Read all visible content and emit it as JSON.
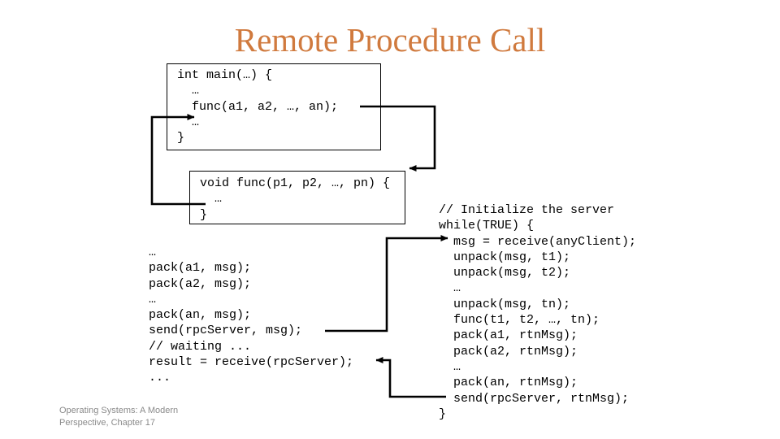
{
  "slide": {
    "title": "Remote Procedure Call",
    "title_color": "#d07a3e",
    "text_color": "#000000",
    "footer_color": "#8a8a8a",
    "arrow_color": "#000000",
    "footer": {
      "line1": "Operating Systems: A Modern",
      "line2": "Perspective, Chapter 17"
    }
  },
  "code": {
    "main_box": {
      "lines": [
        "int main(…) {",
        "  …",
        "  func(a1, a2, …, an);",
        "  …",
        "}"
      ]
    },
    "func_box": {
      "lines": [
        "void func(p1, p2, …, pn) {",
        "  …",
        "}"
      ]
    },
    "client_stub": {
      "lines": [
        "…",
        "pack(a1, msg);",
        "pack(a2, msg);",
        "…",
        "pack(an, msg);",
        "send(rpcServer, msg);",
        "// waiting ...",
        "result = receive(rpcServer);",
        "..."
      ]
    },
    "server_loop": {
      "lines": [
        "// Initialize the server",
        "while(TRUE) {",
        "  msg = receive(anyClient);",
        "  unpack(msg, t1);",
        "  unpack(msg, t2);",
        "  …",
        "  unpack(msg, tn);",
        "  func(t1, t2, …, tn);",
        "  pack(a1, rtnMsg);",
        "  pack(a2, rtnMsg);",
        "  …",
        "  pack(an, rtnMsg);",
        "  send(rpcServer, rtnMsg);",
        "}"
      ]
    }
  },
  "arrows": {
    "call_arrow": "main func call to func body",
    "return_arrow": "func return to main",
    "request_arrow": "client send to server receive",
    "reply_arrow": "server send to client result"
  }
}
